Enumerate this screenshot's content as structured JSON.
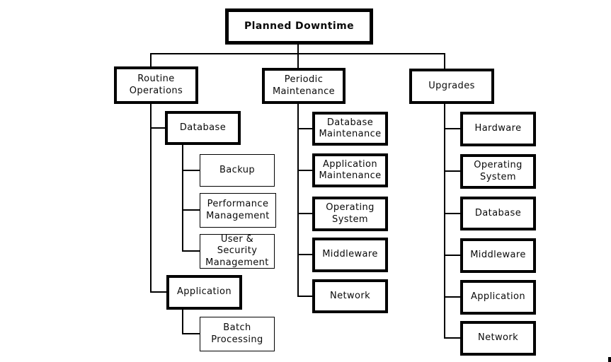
{
  "diagram": {
    "kind": "hierarchy-block-diagram",
    "line_color": "#000000",
    "background_color": "#ffffff",
    "tree": {
      "root": {
        "label": "Planned Downtime"
      },
      "branches": [
        {
          "label": "Routine\nOperations",
          "children": [
            {
              "label": "Database",
              "children": [
                {
                  "label": "Backup"
                },
                {
                  "label": "Performance\nManagement"
                },
                {
                  "label": "User & Security\nManagement"
                }
              ]
            },
            {
              "label": "Application",
              "children": [
                {
                  "label": "Batch\nProcessing"
                }
              ]
            }
          ]
        },
        {
          "label": "Periodic\nMaintenance",
          "children": [
            {
              "label": "Database\nMaintenance"
            },
            {
              "label": "Application\nMaintenance"
            },
            {
              "label": "Operating\nSystem"
            },
            {
              "label": "Middleware"
            },
            {
              "label": "Network"
            }
          ]
        },
        {
          "label": "Upgrades",
          "children": [
            {
              "label": "Hardware"
            },
            {
              "label": "Operating\nSystem"
            },
            {
              "label": "Database"
            },
            {
              "label": "Middleware"
            },
            {
              "label": "Application"
            },
            {
              "label": "Network"
            }
          ]
        }
      ]
    }
  }
}
